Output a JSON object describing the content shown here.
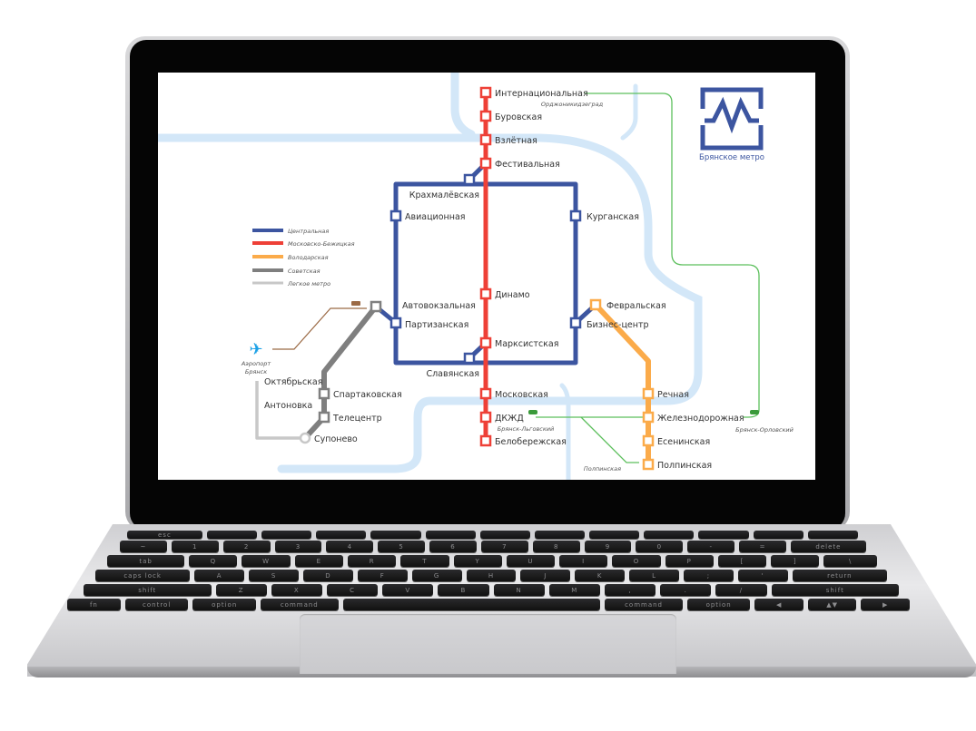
{
  "colors": {
    "central": "#3c55a0",
    "moscow": "#ee4037",
    "volodar": "#fbab4a",
    "soviet": "#7f7f7f",
    "light": "#c8c8c8",
    "river": "#d3e7f8",
    "rail": "#5cbf5c",
    "airport": "#1aa0e6"
  },
  "logo": {
    "title": "Брянское метро"
  },
  "legend": [
    "Центральная",
    "Московско-Бежицкая",
    "Володарская",
    "Советская",
    "Легкое метро"
  ],
  "stations": {
    "international": "Интернациональная",
    "burovskaya": "Буровская",
    "vzletnaya": "Взлётная",
    "festivalnaya": "Фестивальная",
    "dinamo": "Динамо",
    "marksistskaya": "Марксистская",
    "moskovskaya": "Московская",
    "dkzhd": "ДКЖД",
    "beloberezhskaya": "Белобережская",
    "krakhmalevskaya": "Крахмалёвская",
    "aviatsionnaya": "Авиационная",
    "kurganskaya": "Курганская",
    "avtovokzalnaya": "Автовокзальная",
    "partizanskaya": "Партизанская",
    "slavyanskaya": "Славянская",
    "biznes": "Бизнес-центр",
    "fevralskaya": "Февральская",
    "rechnaya": "Речная",
    "zheleznodorozhnaya": "Железнодорожная",
    "eseninskaya": "Есенинская",
    "polpinskaya": "Полпинская",
    "spartakovskaya": "Спартаковская",
    "telecentr": "Телецентр",
    "suponevo": "Супонево",
    "oktyabrskaya": "Октябрьская",
    "antonovka": "Антоновка"
  },
  "rail_labels": {
    "ordzh": "Орджоникидзеград",
    "lgov": "Брянск-Льговский",
    "orel": "Брянск-Орловский",
    "polpin": "Полпинская"
  },
  "airport": {
    "line1": "Аэропорт",
    "line2": "Брянск"
  },
  "keyboard": {
    "row0": [
      "esc",
      "",
      "",
      "",
      "",
      "",
      "",
      "",
      "",
      "",
      "",
      "",
      ""
    ],
    "row1": [
      "~",
      "1",
      "2",
      "3",
      "4",
      "5",
      "6",
      "7",
      "8",
      "9",
      "0",
      "-",
      "=",
      "delete"
    ],
    "row2": [
      "tab",
      "Q",
      "W",
      "E",
      "R",
      "T",
      "Y",
      "U",
      "I",
      "O",
      "P",
      "[",
      "]",
      "\\"
    ],
    "row3": [
      "caps lock",
      "A",
      "S",
      "D",
      "F",
      "G",
      "H",
      "J",
      "K",
      "L",
      ";",
      "'",
      "return"
    ],
    "row4": [
      "shift",
      "Z",
      "X",
      "C",
      "V",
      "B",
      "N",
      "M",
      ",",
      ".",
      "/",
      "shift"
    ],
    "row5": [
      "fn",
      "control",
      "option",
      "command",
      "",
      "command",
      "option",
      "◀",
      "▲▼",
      "▶"
    ]
  }
}
